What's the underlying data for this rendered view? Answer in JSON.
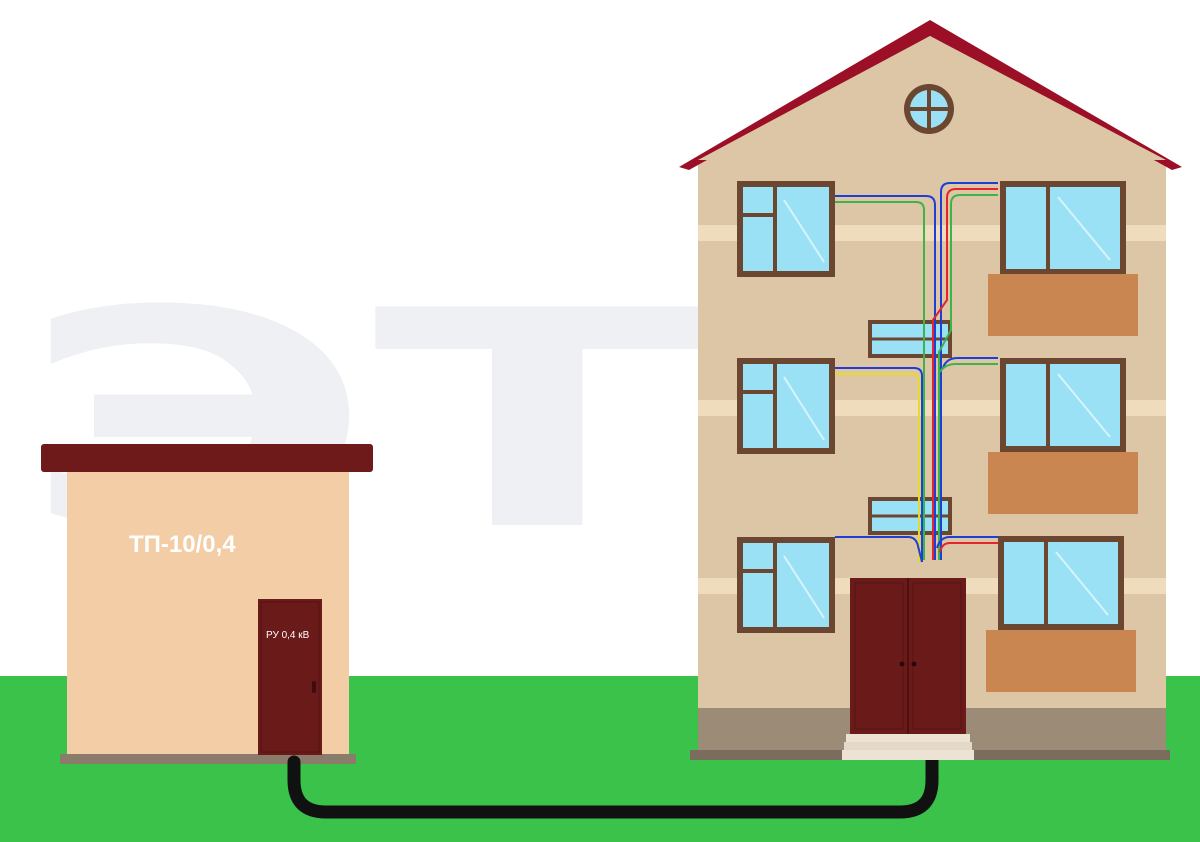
{
  "watermark": "ЭТМ",
  "substation": {
    "label": "ТП-10/0,4",
    "door_label": "РУ 0,4 кВ"
  },
  "colors": {
    "ground": "#3bc24a",
    "roof": "#9c1027",
    "wall": "#dcc6a6",
    "wall_stripe": "#efdcbd",
    "plinth": "#9c8b76",
    "substation_wall": "#f3cda6",
    "substation_roof": "#6e1a1a",
    "door": "#6b1a1a",
    "cable": "#111111",
    "window_glass": "#9be1f5",
    "window_frame": "#6b4630",
    "balcony": "#c98651",
    "wire_blue": "#1f3ed8",
    "wire_red": "#e3262b",
    "wire_green": "#3db44a",
    "wire_yellow": "#e6dc26"
  }
}
